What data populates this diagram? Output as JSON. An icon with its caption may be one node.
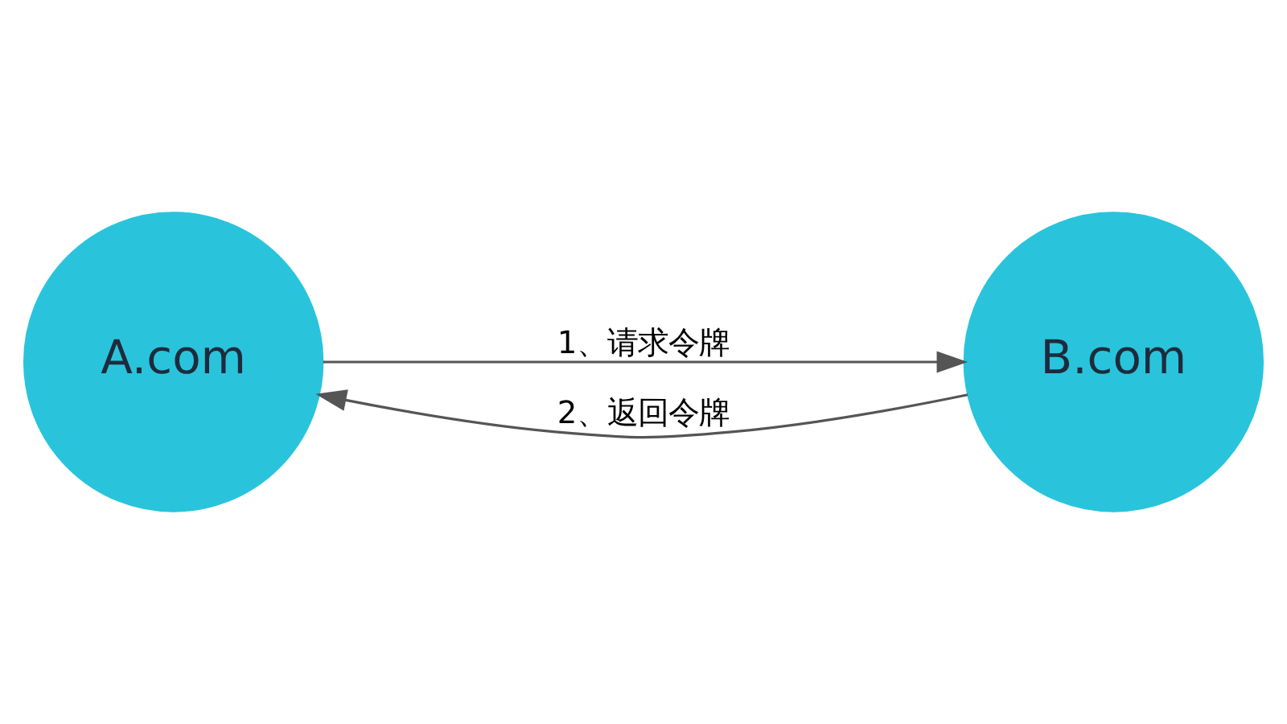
{
  "diagram": {
    "nodes": [
      {
        "text": [
          "A.com"
        ]
      },
      {
        "text": [
          "B.com"
        ]
      }
    ],
    "edges": [
      {
        "from": 0,
        "to": 1,
        "arrow": "to",
        "label": "1、请求令牌"
      },
      {
        "from": 1,
        "to": 0,
        "arrow": "to",
        "label": "2、返回令牌"
      }
    ]
  }
}
